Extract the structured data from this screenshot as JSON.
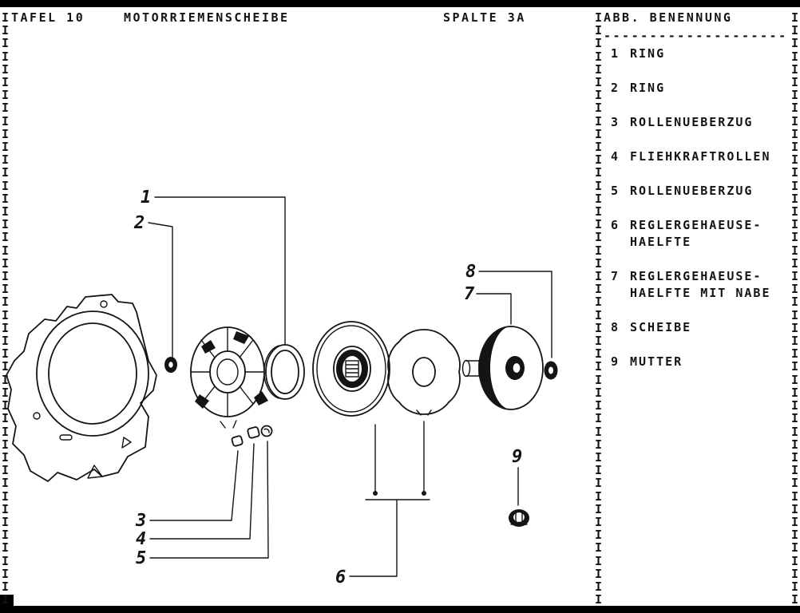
{
  "page": {
    "border_char": "I",
    "ink_color": "#141414",
    "header": {
      "tafel": "TAFEL 10",
      "title": "MOTORRIEMENSCHEIBE",
      "spalte": "SPALTE 3A"
    },
    "table": {
      "header": "ABB. BENENNUNG",
      "divider": "--------------------",
      "parts": [
        {
          "num": "1",
          "name": "RING"
        },
        {
          "num": "2",
          "name": "RING"
        },
        {
          "num": "3",
          "name": "ROLLENUEBERZUG"
        },
        {
          "num": "4",
          "name": "FLIEHKRAFTROLLEN"
        },
        {
          "num": "5",
          "name": "ROLLENUEBERZUG"
        },
        {
          "num": "6",
          "name": "REGLERGEHAEUSE-\nHAELFTE"
        },
        {
          "num": "7",
          "name": "REGLERGEHAEUSE-\nHAELFTE MIT NABE"
        },
        {
          "num": "8",
          "name": "SCHEIBE"
        },
        {
          "num": "9",
          "name": "MUTTER"
        }
      ]
    },
    "callouts": [
      "1",
      "2",
      "3",
      "4",
      "5",
      "6",
      "7",
      "8",
      "9"
    ]
  }
}
